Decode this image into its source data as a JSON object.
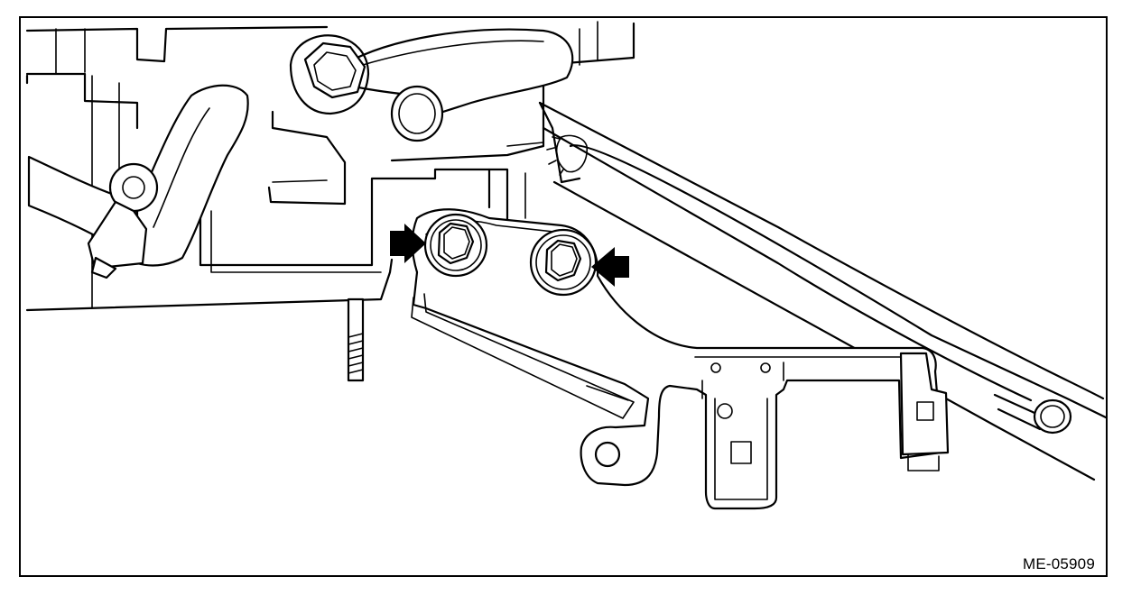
{
  "figure_code": "ME-05909",
  "colors": {
    "line": "#000000",
    "background": "#ffffff"
  },
  "callouts": [
    {
      "id": "bolt-left",
      "icon": "arrow-right-icon"
    },
    {
      "id": "bolt-right",
      "icon": "arrow-left-icon"
    }
  ]
}
